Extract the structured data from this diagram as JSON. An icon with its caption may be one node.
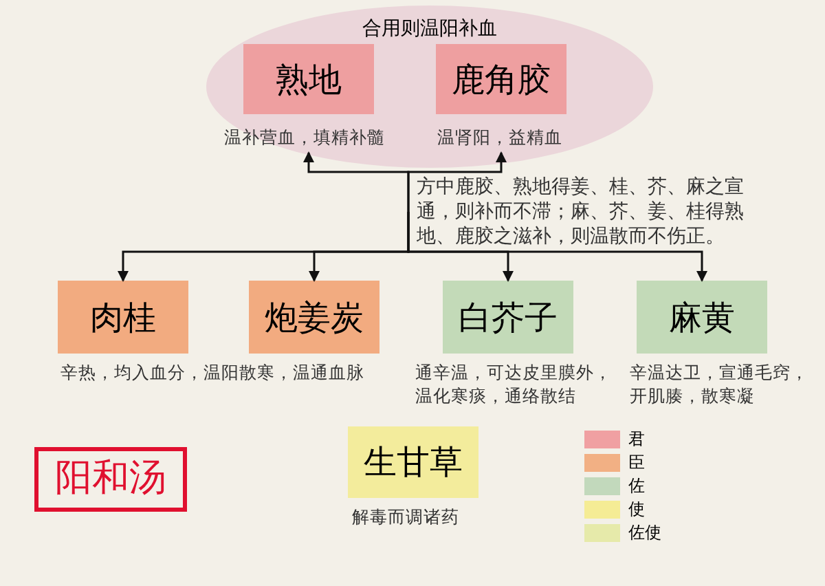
{
  "diagram": {
    "nodes": [
      {
        "text": [
          "合用则温阳补血"
        ]
      },
      {
        "text": [
          "熟地"
        ],
        "in": 0,
        "beside": [
          "温补营血，填精补髓"
        ]
      },
      {
        "text": [
          "鹿角胶"
        ],
        "in": 0,
        "beside": [
          "温肾阳，益精血"
        ]
      },
      {
        "text": [
          "方中鹿胶、熟地得姜、桂、芥、麻之宣通，则补而不滞；麻、芥、姜、桂得熟地、鹿胶之滋补，则温散而不伤正。"
        ]
      },
      {
        "text": [
          "肉桂"
        ],
        "beside": [
          "辛热，均入血分，温阳散寒，温通血脉"
        ]
      },
      {
        "text": [
          "炮姜炭"
        ]
      },
      {
        "text": [
          "白芥子"
        ],
        "beside": [
          "通辛温，可达皮里膜外，温化寒痰，通络散结"
        ]
      },
      {
        "text": [
          "麻黄"
        ],
        "beside": [
          "辛温达卫，宣通毛窍，开肌腠，散寒凝"
        ]
      },
      {
        "text": [
          "生甘草"
        ],
        "beside": [
          "解毒而调诸药"
        ]
      },
      {
        "text": [
          "阳和汤"
        ]
      }
    ],
    "edges": [
      {
        "from": 3,
        "to": 1,
        "arrow": "to"
      },
      {
        "from": 3,
        "to": 2,
        "arrow": "to"
      },
      {
        "from": 3,
        "to": 4,
        "arrow": "to"
      },
      {
        "from": 3,
        "to": 5,
        "arrow": "to"
      },
      {
        "from": 3,
        "to": 6,
        "arrow": "to"
      },
      {
        "from": 3,
        "to": 7,
        "arrow": "to"
      }
    ],
    "legend": [
      {
        "text": "君",
        "color": "#f0a0a2"
      },
      {
        "text": "臣",
        "color": "#f2b084"
      },
      {
        "text": "佐",
        "color": "#c2d9bc"
      },
      {
        "text": "使",
        "color": "#f5ec95"
      },
      {
        "text": "佐使",
        "color": "#e6eaaa"
      }
    ]
  }
}
